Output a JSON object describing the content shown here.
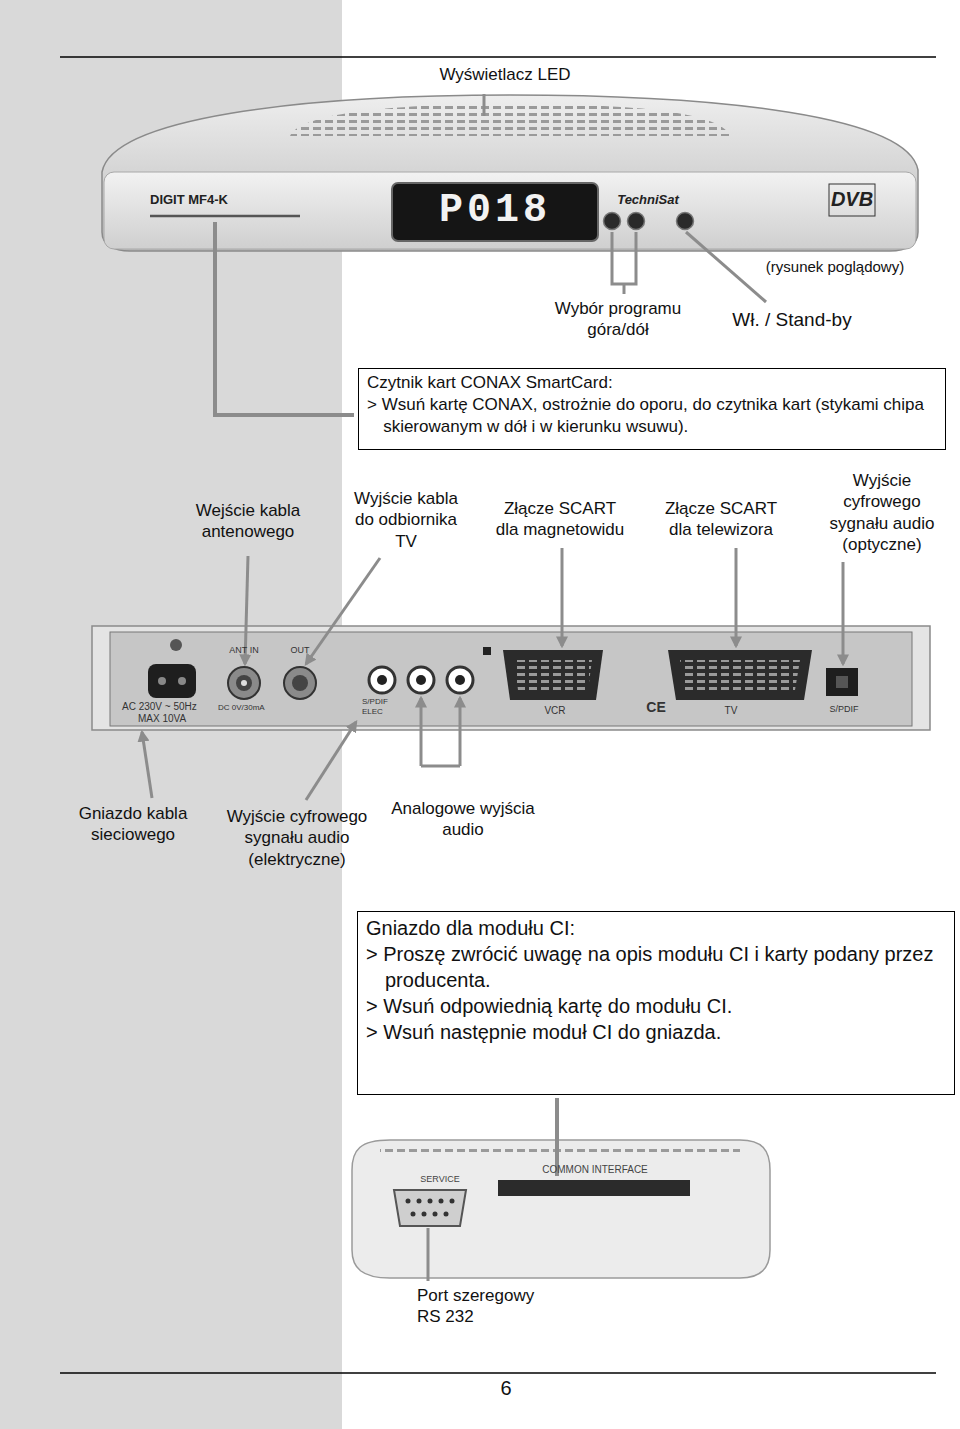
{
  "diagram": {
    "nodes": [
      {
        "text": [
          "Czytnik kart CONAX SmartCard:",
          "> Wsuń kartę CONAX, ostrożnie do oporu, do czytnika kart (stykami chipa skierowanym w dół i w kierunku wsuwu)."
        ]
      },
      {
        "text": [
          "Gniazdo dla modułu CI:",
          "> Proszę zwrócić uwagę na opis modułu CI i karty podany przez producenta.",
          "> Wsuń odpowiednią kartę do modułu CI.",
          "> Wsuń następnie moduł CI do gniazda."
        ]
      }
    ],
    "labels": [
      "Wyświetlacz LED",
      "DIGIT MF4-K",
      "P018",
      "TechniSat",
      "DVB",
      "(rysunek poglądowy)",
      "Wybór programu góra/dół",
      "Wł. / Stand-by",
      "Wejście kabla antenowego",
      "Wyjście kabla do odbiornika TV",
      "Złącze SCART dla magnetowidu",
      "Złącze SCART dla telewizora",
      "Wyjście cyfrowego sygnału audio (optyczne)",
      "ANT IN",
      "OUT",
      "AC 230V ~ 50Hz",
      "MAX 10VA",
      "DC 0V/30mA",
      "S/PDIF ELEC",
      "VCR",
      "CE",
      "TV",
      "S/PDIF",
      "Gniazdo kabla sieciowego",
      "Wyjście cyfrowego sygnału audio (elektryczne)",
      "Analogowe wyjścia audio",
      "SERVICE",
      "COMMON INTERFACE",
      "Port szeregowy RS 232",
      "6"
    ]
  }
}
